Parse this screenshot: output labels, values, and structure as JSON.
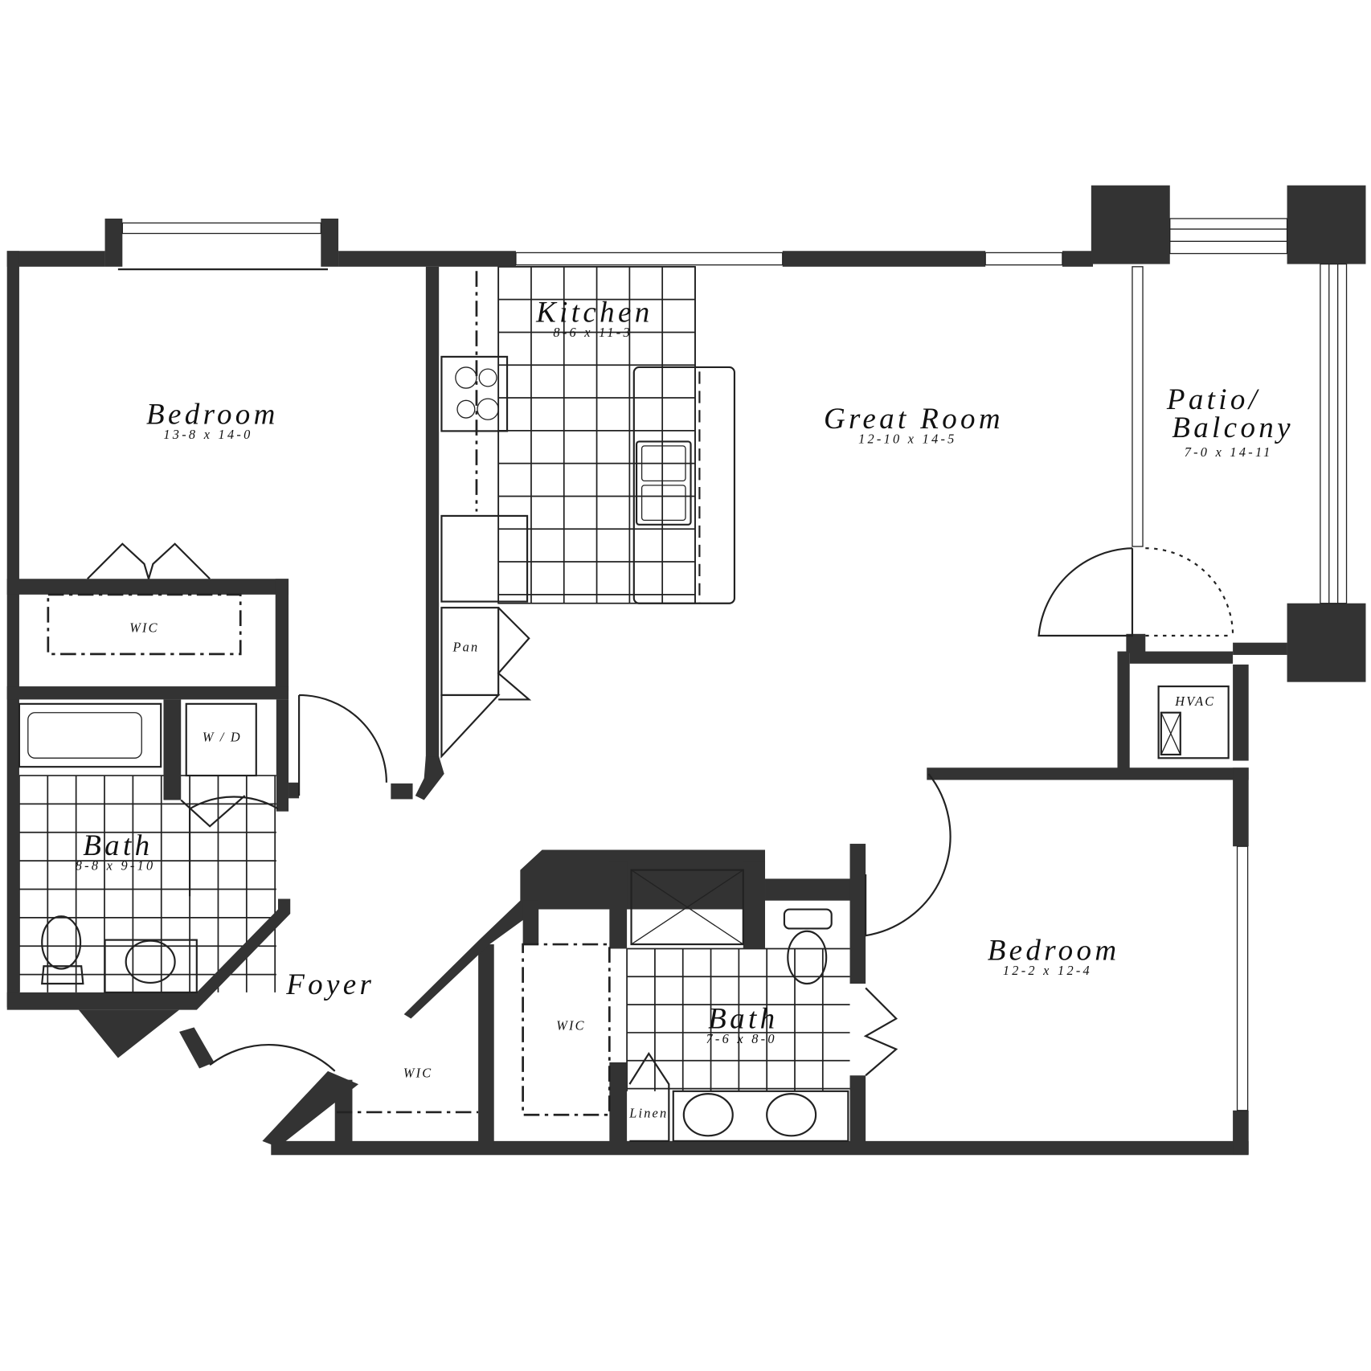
{
  "rooms": {
    "bedroom1": {
      "name": "Bedroom",
      "size": "13-8 x 14-0"
    },
    "kitchen": {
      "name": "Kitchen",
      "size": "8-6 x 11-3"
    },
    "great_room": {
      "name": "Great Room",
      "size": "12-10 x 14-5"
    },
    "patio": {
      "name_line1": "Patio/",
      "name_line2": "Balcony",
      "size": "7-0 x 14-11"
    },
    "bath1": {
      "name": "Bath",
      "size": "8-8 x 9-10"
    },
    "bath2": {
      "name": "Bath",
      "size": "7-6 x 8-0"
    },
    "bedroom2": {
      "name": "Bedroom",
      "size": "12-2 x 12-4"
    },
    "foyer": {
      "name": "Foyer"
    }
  },
  "small_labels": {
    "wic1": "WIC",
    "wic2": "WIC",
    "wic3": "WIC",
    "pantry": "Pan",
    "washer_dryer": "W / D",
    "hvac": "HVAC",
    "linen": "Linen"
  },
  "colors": {
    "wall": "#333333",
    "background": "#ffffff"
  }
}
